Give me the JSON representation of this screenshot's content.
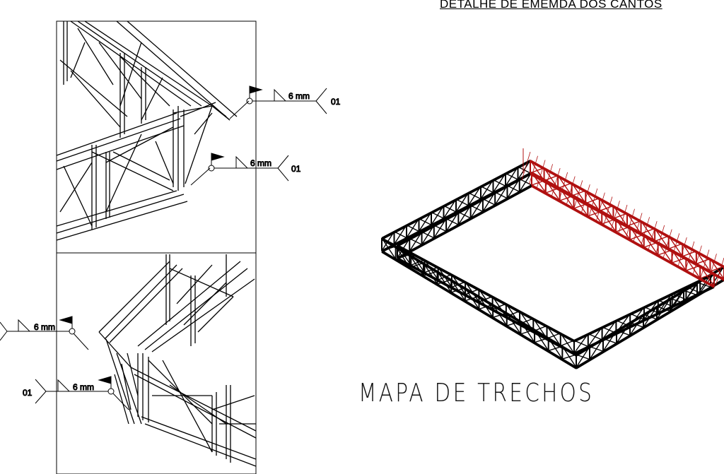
{
  "drawing": {
    "title": "DETALHE DE EMEMDA DOS CANTOS",
    "map_title": "MAPA DE TRECHOS"
  },
  "welds": [
    {
      "size": "6 mm",
      "ref": "01"
    },
    {
      "size": "6 mm",
      "ref": "01"
    },
    {
      "size": "6 mm",
      "ref": ""
    },
    {
      "size": "6 mm",
      "ref": "01"
    }
  ],
  "colors": {
    "line": "#000000",
    "highlight": "#b01010"
  }
}
